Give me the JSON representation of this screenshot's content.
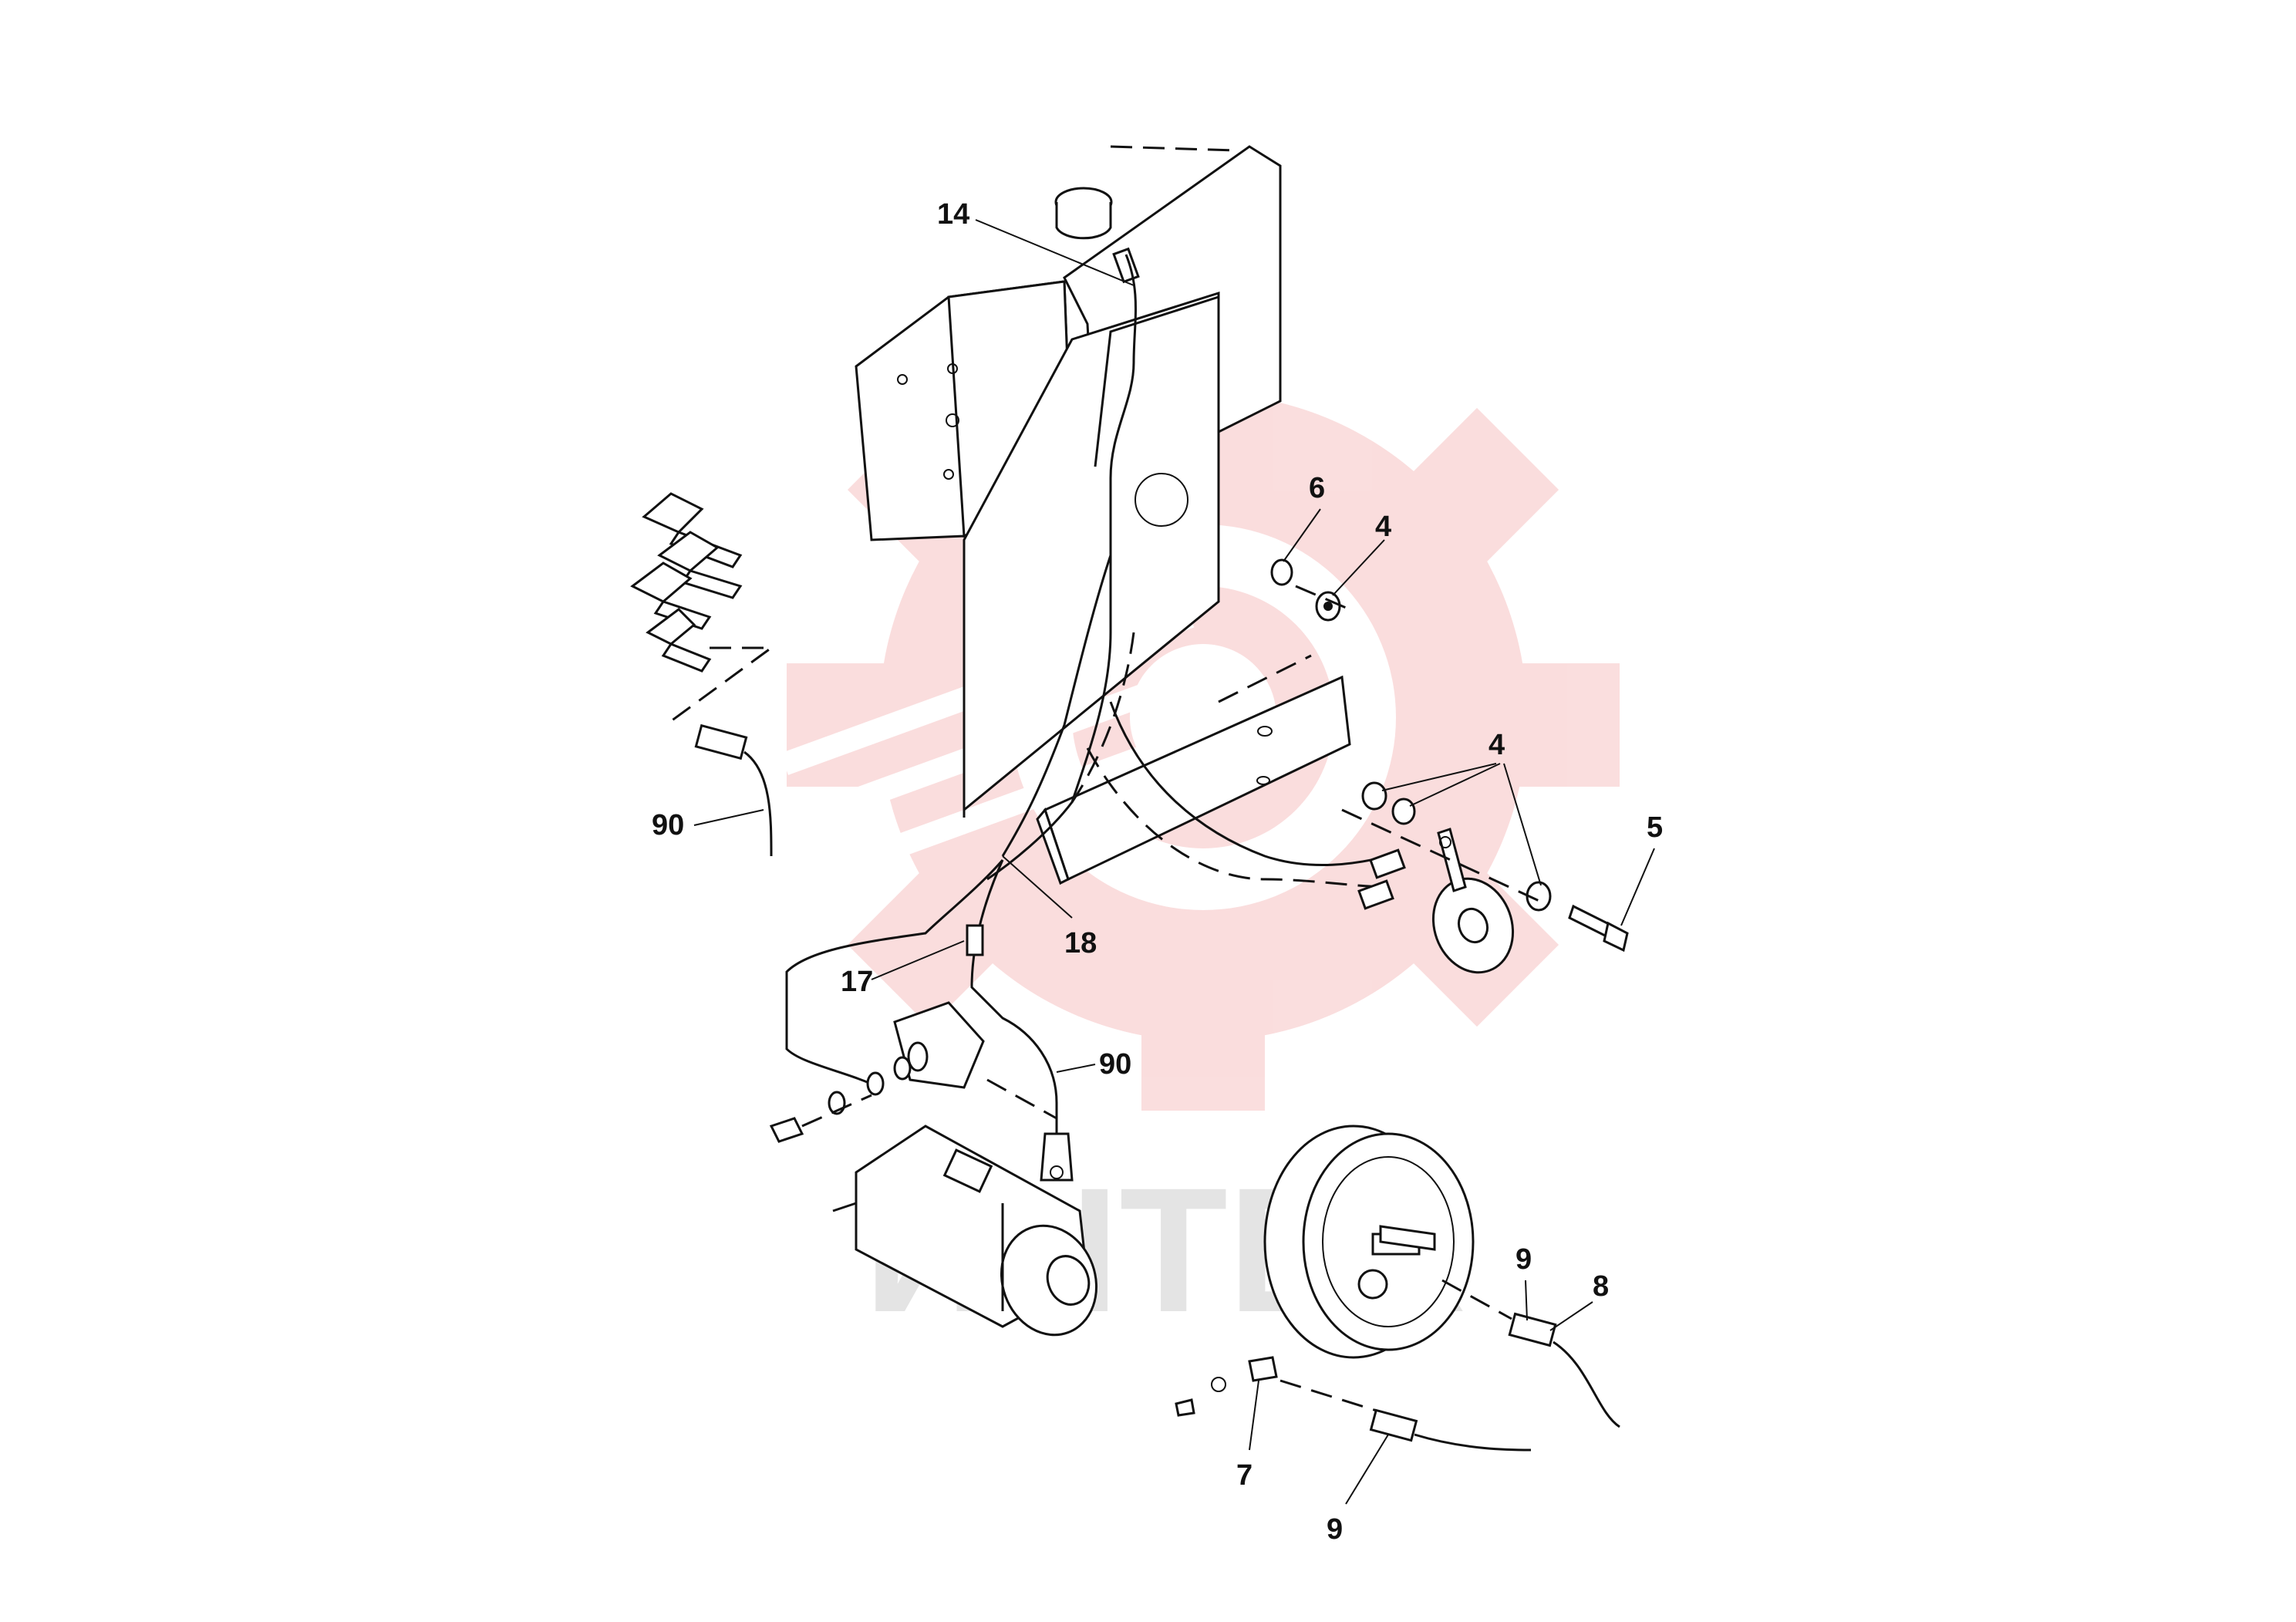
{
  "diagram": {
    "watermark_text": "ИНТЕХ",
    "colors": {
      "watermark": "#f2a0a0",
      "ink": "#111111"
    },
    "callouts": [
      {
        "id": "c14",
        "label": "14"
      },
      {
        "id": "c6",
        "label": "6"
      },
      {
        "id": "c4a",
        "label": "4"
      },
      {
        "id": "c4b",
        "label": "4"
      },
      {
        "id": "c5",
        "label": "5"
      },
      {
        "id": "c90a",
        "label": "90"
      },
      {
        "id": "c18",
        "label": "18"
      },
      {
        "id": "c17",
        "label": "17"
      },
      {
        "id": "c90b",
        "label": "90"
      },
      {
        "id": "c9a",
        "label": "9"
      },
      {
        "id": "c8",
        "label": "8"
      },
      {
        "id": "c7",
        "label": "7"
      },
      {
        "id": "c9b",
        "label": "9"
      }
    ]
  }
}
